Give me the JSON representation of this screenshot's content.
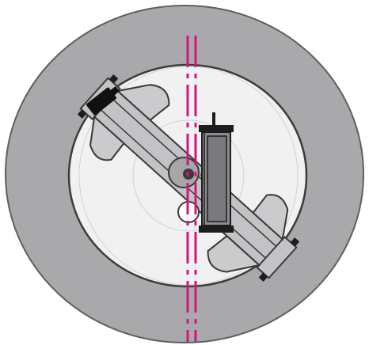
{
  "colors": {
    "background": "#ffffff",
    "outer_disc": "#a9a9ab",
    "outer_outline": "#5f5f61",
    "inner_disc": "#f1f1f1",
    "inner_outline": "#3c3c3e",
    "guide_circle": "#d2d2d4",
    "arm_fill": "#c3c3c5",
    "arm_outline": "#39393b",
    "pad_fill": "#cbcbcd",
    "body_fill": "#8c8c8e",
    "body_dark": "#1d1d1f",
    "knob": "#111111",
    "hub_fill": "#a7a7a9",
    "magenta": "#d5157f"
  },
  "icons": {
    "outer_disc": "outer-disc",
    "inner_disc": "inner-platter",
    "diagonal_arm": "diagonal-arm",
    "vertical_unit": "vertical-cartridge",
    "axis_lines": "magenta-dash-dot-axis"
  }
}
